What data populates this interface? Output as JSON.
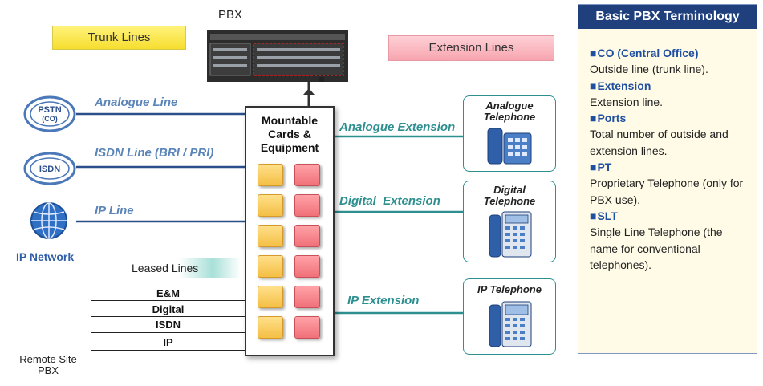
{
  "labels": {
    "trunk_lines": "Trunk Lines",
    "extension_lines": "Extension Lines",
    "pbx": "PBX",
    "mountable": [
      "Mountable",
      "Cards &",
      "Equipment"
    ]
  },
  "trunks": {
    "pstn_icon": [
      "PSTN",
      "(CO)"
    ],
    "isdn_icon": "ISDN",
    "ip_network": "IP Network",
    "analogue_line": "Analogue Line",
    "isdn_line": "ISDN Line (BRI / PRI)",
    "ip_line": "IP Line"
  },
  "leased": {
    "title": "Leased Lines",
    "rows": [
      "E&M",
      "Digital",
      "ISDN",
      "IP"
    ],
    "remote": [
      "Remote Site",
      "PBX"
    ]
  },
  "extensions": {
    "analogue": "Analogue Extension",
    "digital": "Digital  Extension",
    "ip": "IP Extension"
  },
  "phones": {
    "analogue": [
      "Analogue",
      "Telephone"
    ],
    "digital": [
      "Digital",
      "Telephone"
    ],
    "ip": "IP Telephone"
  },
  "terminology": {
    "header": "Basic PBX Terminology",
    "items": [
      {
        "key": "CO (Central Office)",
        "desc": "Outside line (trunk line)."
      },
      {
        "key": "Extension",
        "desc": "Extension line."
      },
      {
        "key": "Ports",
        "desc": "Total number of outside and extension lines."
      },
      {
        "key": "PT",
        "desc": "Proprietary Telephone (only for PBX use)."
      },
      {
        "key": "SLT",
        "desc": "Single Line Telephone (the name for conventional telephones)."
      }
    ]
  }
}
